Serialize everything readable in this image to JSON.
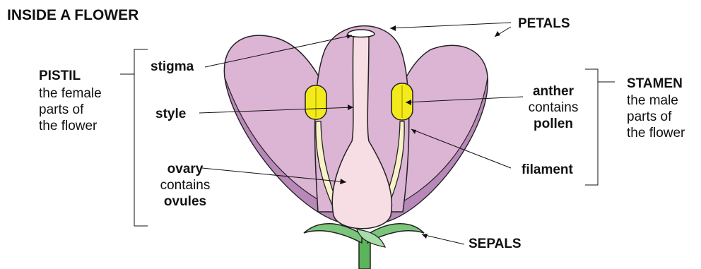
{
  "title": "INSIDE A FLOWER",
  "labels": {
    "petals": "PETALS",
    "sepals": "SEPALS",
    "stigma": "stigma",
    "style": "style",
    "ovary": {
      "name": "ovary",
      "line2": "contains",
      "line3": "ovules"
    },
    "anther": {
      "name": "anther",
      "line2": "contains",
      "line3": "pollen"
    },
    "filament": "filament"
  },
  "groups": {
    "pistil": {
      "name": "PISTIL",
      "lines": [
        "the female",
        "parts of",
        "the flower"
      ]
    },
    "stamen": {
      "name": "STAMEN",
      "lines": [
        "the male",
        "parts of",
        "the flower"
      ]
    }
  },
  "colors": {
    "petal": "#dcb4d4",
    "petal_dark": "#b888b8",
    "pistil": "#f7dde4",
    "anther": "#f2ea1a",
    "stem": "#5ab55a",
    "sepal": "#7cc67c"
  }
}
